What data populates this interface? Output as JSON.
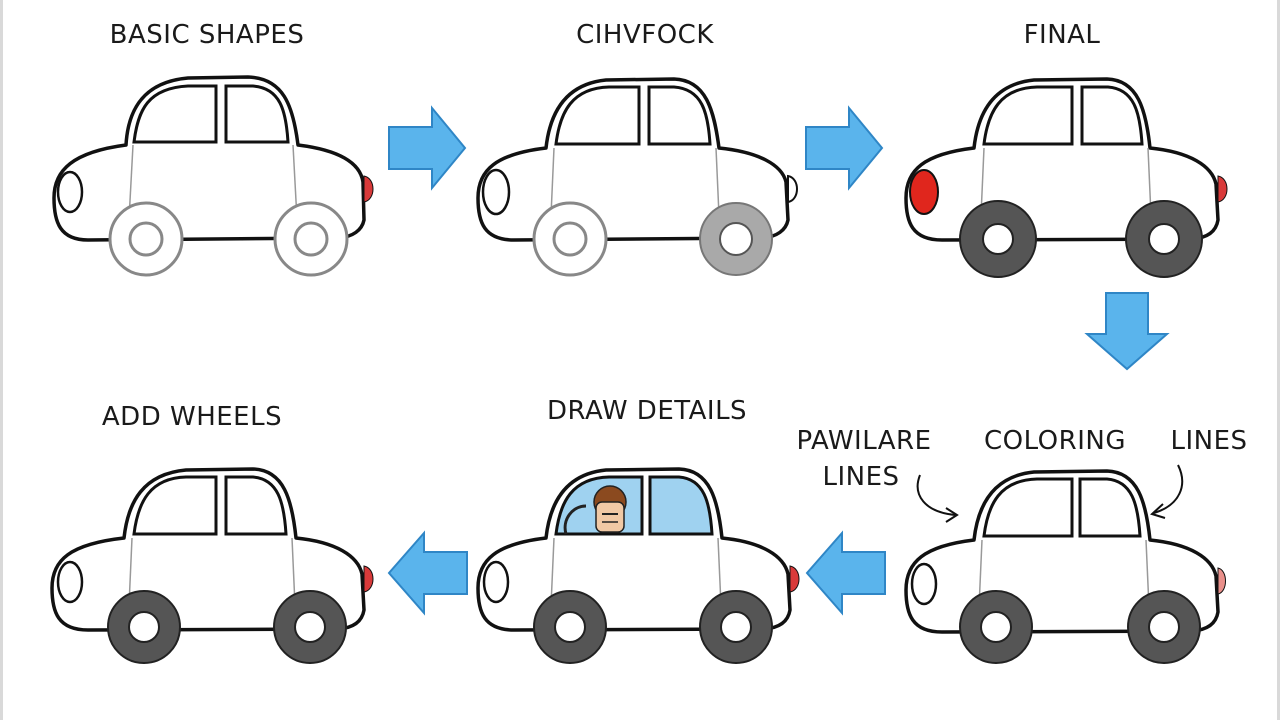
{
  "labels": {
    "basic_shapes": "BASIC SHAPES",
    "step2": "CIHVFOCK",
    "final": "FINAL",
    "add_wheels": "ADD WHEELS",
    "draw_details": "DRAW DETAILS",
    "coloring": "COLORING",
    "pawilare": "PAWILARE",
    "pawilare_lines": "LINES",
    "lines": "LINES"
  },
  "colors": {
    "outline": "#111111",
    "arrow_fill": "#5ab4ec",
    "arrow_stroke": "#2f86c6",
    "wheel_dark": "#555555",
    "wheel_gray": "#a9a9a9",
    "taillight": "#d93a3a",
    "headlight_red": "#e0261d",
    "window_blue": "#9fd2f0"
  },
  "icons": {
    "flow_arrow": "right-arrow-icon",
    "down_arrow": "down-arrow-icon",
    "back_arrow": "left-arrow-icon"
  }
}
